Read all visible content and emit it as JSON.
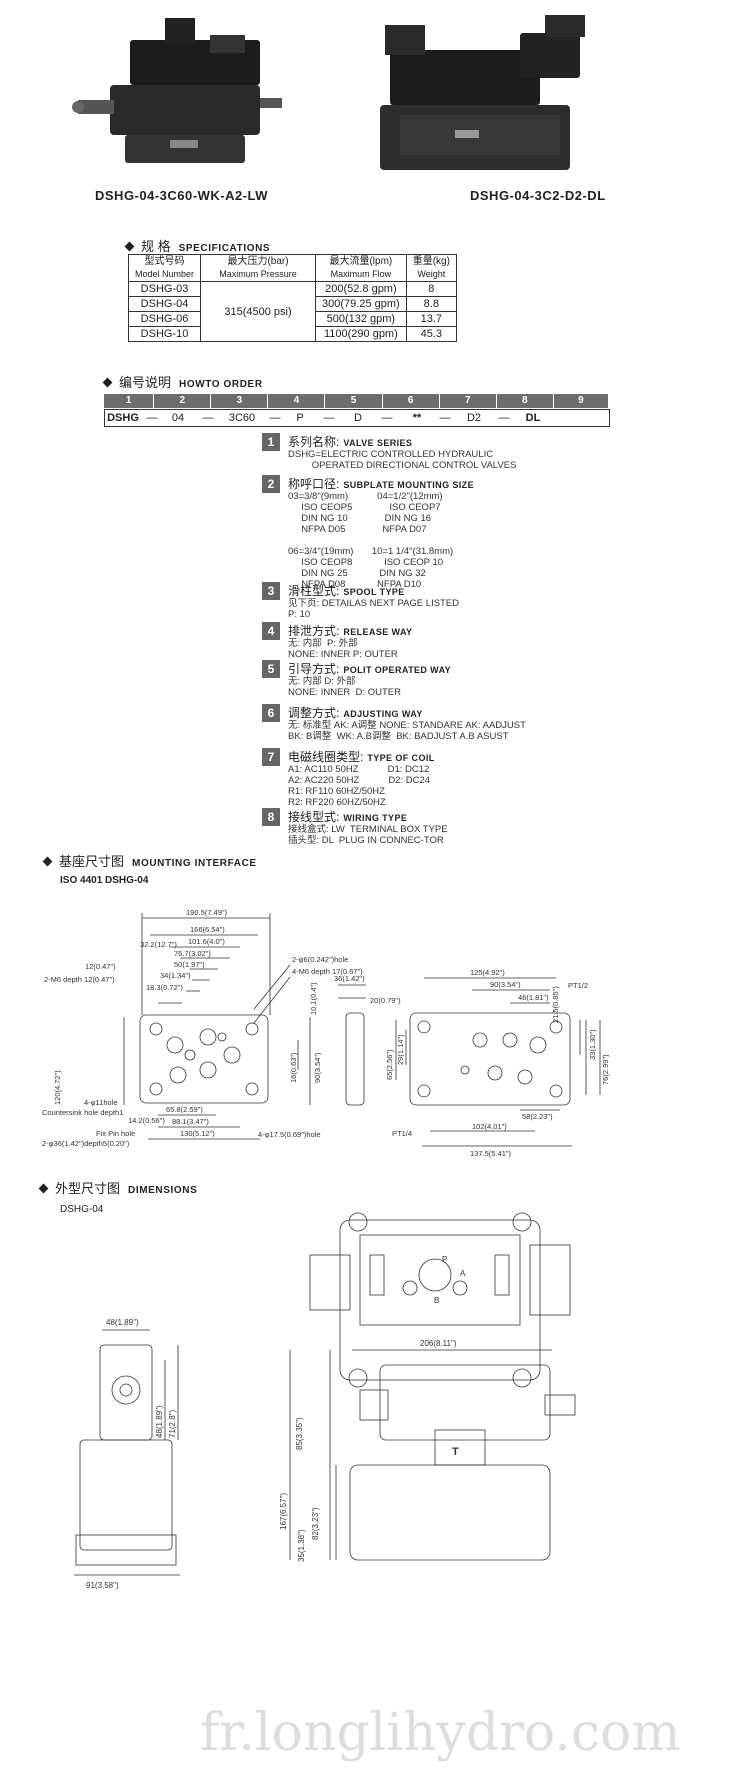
{
  "photos": {
    "left_caption": "DSHG-04-3C60-WK-A2-LW",
    "right_caption": "DSHG-04-3C2-D2-DL"
  },
  "specs": {
    "heading_cn": "规  格",
    "heading_en": "SPECIFICATIONS",
    "header": {
      "model_cn": "型式号码",
      "model_en": "Model Number",
      "pressure_cn": "最大压力(bar)",
      "pressure_en": "Maximum Pressure",
      "flow_cn": "最大流量(lpm)",
      "flow_en": "Maximum Flow",
      "weight_cn": "重量(kg)",
      "weight_en": "Weight"
    },
    "pressure_value": "315(4500 psi)",
    "rows": [
      {
        "model": "DSHG-03",
        "flow": "200(52.8 gpm)",
        "weight": "8"
      },
      {
        "model": "DSHG-04",
        "flow": "300(79.25 gpm)",
        "weight": "8.8"
      },
      {
        "model": "DSHG-06",
        "flow": "500(132 gpm)",
        "weight": "13.7"
      },
      {
        "model": "DSHG-10",
        "flow": "1100(290 gpm)",
        "weight": "45.3"
      }
    ]
  },
  "order": {
    "heading_cn": "编号说明",
    "heading_en": "HOWTO ORDER",
    "numbers": [
      "1",
      "2",
      "3",
      "4",
      "5",
      "6",
      "7",
      "8",
      "9"
    ],
    "codes": [
      "DSHG",
      "—",
      "04",
      "—",
      "3C60",
      "—",
      "P",
      "—",
      "D",
      "—",
      "**",
      "—",
      "D2",
      "—",
      "DL"
    ],
    "items": [
      {
        "n": "1",
        "cn": "系列名称:",
        "en": "VALVE SERIES",
        "body": "DSHG=ELECTRIC CONTROLLED HYDRAULIC\n         OPERATED DIRECTIONAL CONTROL VALVES"
      },
      {
        "n": "2",
        "cn": "称呼口径:",
        "en": "SUBPLATE MOUNTING SIZE",
        "body": "03=3/8\"(9mm)           04=1/2\"(12mm)\n     ISO CEOP5              ISO CEOP7\n     DIN NG 10              DIN NG 16\n     NFPA D05              NFPA D07\n\n06=3/4\"(19mm)       10=1 1/4\"(31.8mm)\n     ISO CEOP8            ISO CEOP 10\n     DIN NG 25            DIN NG 32\n     NFPA D08            NFPA D10"
      },
      {
        "n": "3",
        "cn": "滑柱型式:",
        "en": "SPOOL TYPE",
        "body": "见下页: DETAILAS NEXT PAGE LISTED\nP: 10"
      },
      {
        "n": "4",
        "cn": "排泄方式:",
        "en": "RELEASE WAY",
        "body": "无: 内部  P: 外部\nNONE: INNER P: OUTER"
      },
      {
        "n": "5",
        "cn": "引导方式:",
        "en": "POLIT OPERATED WAY",
        "body": "无: 内部 D: 外部\nNONE: INNER  D: OUTER"
      },
      {
        "n": "6",
        "cn": "调整方式:",
        "en": "ADJUSTING WAY",
        "body": "无: 标准型 AK: A调整 NONE: STANDARE AK: AADJUST\nBK: B调整  WK: A.B调整  BK: BADJUST A.B ASUST"
      },
      {
        "n": "7",
        "cn": "电磁线圈类型:",
        "en": "TYPE OF COIL",
        "body": "A1: AC110 50HZ           D1: DC12\nA2: AC220 50HZ           D2: DC24\nR1: RF110 60HZ/50HZ\nR2: RF220 60HZ/50HZ"
      },
      {
        "n": "8",
        "cn": "接线型式:",
        "en": "WIRING TYPE",
        "body": "接线盒式: LW  TERMINAL BOX TYPE\n插头型: DL  PLUG IN CONNEC-TOR"
      }
    ]
  },
  "mounting": {
    "heading_cn": "基座尺寸图",
    "heading_en": "MOUNTING INTERFACE",
    "sub": "ISO 4401  DSHG-04",
    "dims": {
      "d1": "190.5(7.49\")",
      "d2": "166(6.54\")",
      "d3": "101.6(4.0\")",
      "d4": "76.7(3.02\")",
      "d5": "50(1.97\")",
      "d6": "34(1.34\")",
      "d7": "18.3(0.72\")",
      "d8": "32.2(12.7\")",
      "d9": "12(0.47\")",
      "d10": "2-M6 depth 12(0.47\")",
      "d11": "2-φ6(0.242\")hole",
      "d12": "4-M6 depth 17(0.67\")",
      "d13": "36(1.42\")",
      "d14": "20(0.79\")",
      "d15": "10.1(0.4\")",
      "d16": "16(0.63\")",
      "d17": "90(3.54\")",
      "d18": "120(4.72\")",
      "d19": "65.8(2.59\")",
      "d20": "88.1(3.47\")",
      "d21": "130(5.12\")",
      "d22": "4-φ17.5(0.69\")hole",
      "d23": "4-φ11hole",
      "d24": "Countersink hole depth1",
      "d25": "Fix Pin hole",
      "d26": "2-φ36(1.42\")depth5(0.20\")",
      "d27": "125(4.92\")",
      "d28": "90(3.54\")",
      "d29": "46(1.81\")",
      "d30": "PT1/2",
      "d31": "21.5(0.85\")",
      "d32": "33(1.30\")",
      "d33": "76(2.99\")",
      "d34": "65(2.56\")",
      "d35": "29(1.14\")",
      "d36": "58(2.23\")",
      "d37": "PT1/4",
      "d38": "102(4.01\")",
      "d39": "137.5(5.41\")",
      "d40": "14.2(0.56\")"
    }
  },
  "dimensions": {
    "heading_cn": "外型尺寸图",
    "heading_en": "DIMENSIONS",
    "sub": "DSHG-04",
    "labels": {
      "w48": "48(1.89\")",
      "h48": "48(1.89\")",
      "h71": "71(2.8\")",
      "w91": "91(3.58\")",
      "w206": "206(8.11\")",
      "h85": "85(3.35\")",
      "h167": "167(6.57\")",
      "h82": "82(3.23\")",
      "h35": "35(1.38\")",
      "port_a": "A",
      "port_b": "B",
      "port_p": "P",
      "port_t": "T"
    }
  },
  "watermark": "fr.longlihydro.com"
}
